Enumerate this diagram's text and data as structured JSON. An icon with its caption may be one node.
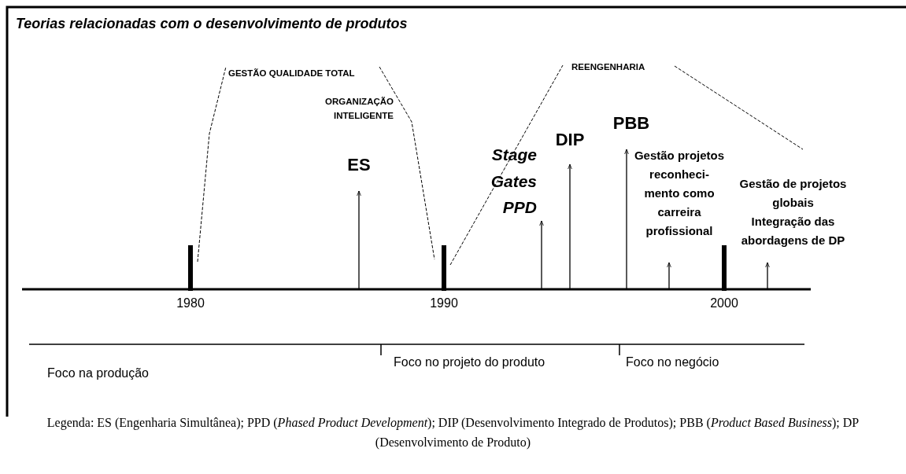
{
  "diagram": {
    "title": "Teorias relacionadas com o desenvolvimento de produtos",
    "caption": "Legenda: ES (Engenharia Simultânea); PPD (*Phased Product Development*); DIP (Desenvolvimento Integrado de Produtos); PBB (*Product Based Business*); DP (Desenvolvimento de Produto)",
    "nodes": [
      {
        "text": [
          "ES"
        ]
      },
      {
        "text": [
          "Stage Gates PPD"
        ]
      },
      {
        "text": [
          "DIP"
        ]
      },
      {
        "text": [
          "PBB"
        ]
      },
      {
        "text": [
          "Gestão projetos reconheci-mento como carreira profissional"
        ]
      },
      {
        "text": [
          "Gestão de projetos globais",
          "Integração das abordagens de DP"
        ]
      }
    ],
    "edges": [
      {
        "from": null,
        "to": 0,
        "arrow": "to"
      },
      {
        "from": null,
        "to": 1,
        "arrow": "to"
      },
      {
        "from": null,
        "to": 2,
        "arrow": "to"
      },
      {
        "from": null,
        "to": 3,
        "arrow": "to"
      },
      {
        "from": null,
        "to": 4,
        "arrow": "to"
      },
      {
        "from": null,
        "to": 5,
        "arrow": "to"
      }
    ],
    "labels": [
      "GESTÃO QUALIDADE TOTAL",
      "ORGANIZAÇÃO INTELIGENTE",
      "REENGENHARIA",
      "1980",
      "1990",
      "2000",
      "Foco na produção",
      "Foco no projeto do produto",
      "Foco no negócio"
    ]
  }
}
